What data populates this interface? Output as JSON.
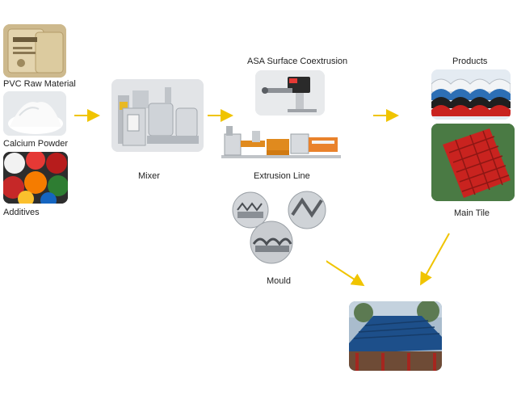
{
  "labels": {
    "pvc": "PVC Raw Material",
    "calcium": "Calcium Powder",
    "additives": "Additives",
    "mixer": "Mixer",
    "asa": "ASA Surface Coextrusion",
    "extrusion": "Extrusion Line",
    "products": "Products",
    "main_tile": "Main Tile",
    "mould": "Mould"
  },
  "colors": {
    "arrow": "#f0c400",
    "tile_red": "#c9231f",
    "tile_blue": "#1d4f8a"
  }
}
